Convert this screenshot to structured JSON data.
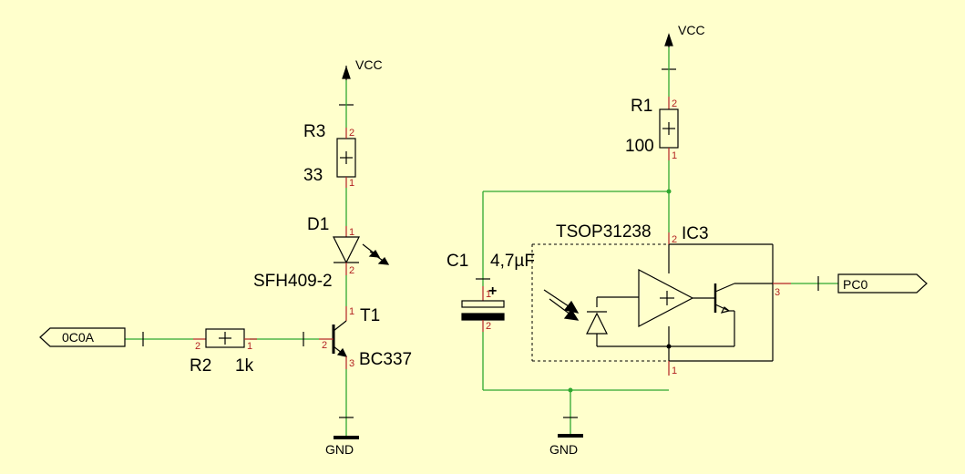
{
  "colors": {
    "background": "#ffffcc",
    "wire": "#2fa82f",
    "pin": "#b22222"
  },
  "power": {
    "vcc_left": "VCC",
    "vcc_right": "VCC",
    "gnd_left": "GND",
    "gnd_right": "GND"
  },
  "r3": {
    "ref": "R3",
    "value": "33",
    "pin_top": "2",
    "pin_bottom": "1"
  },
  "d1": {
    "ref": "D1",
    "value": "SFH409-2",
    "pin_top": "1",
    "pin_bottom": "2"
  },
  "t1": {
    "ref": "T1",
    "value": "BC337",
    "pin_collector": "1",
    "pin_base": "2",
    "pin_emitter": "3"
  },
  "r2": {
    "ref": "R2",
    "value": "1k",
    "pin_left": "2",
    "pin_right": "1"
  },
  "ports": {
    "left": "0C0A",
    "right": "PC0"
  },
  "r1": {
    "ref": "R1",
    "value": "100",
    "pin_top": "2",
    "pin_bottom": "1"
  },
  "c1": {
    "ref": "C1",
    "value": "4,7µF",
    "pin_top": "1",
    "pin_bottom": "2",
    "polarity": "+"
  },
  "ic3": {
    "ref": "IC3",
    "value": "TSOP31238",
    "pin_vs": "2",
    "pin_gnd": "1",
    "pin_out": "3",
    "opamp_sign": "+"
  }
}
